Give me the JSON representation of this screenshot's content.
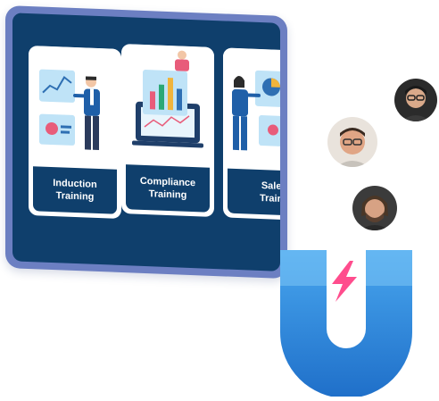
{
  "cards": [
    {
      "label": "Induction\nTraining",
      "illustration": "presenter-with-charts"
    },
    {
      "label": "Compliance\nTraining",
      "illustration": "monitor-with-bar-chart"
    },
    {
      "label": "Sale\nTrain",
      "illustration": "woman-with-pie-chart"
    }
  ],
  "magnet": {
    "icon": "lightning-bolt-icon",
    "colors": {
      "body": "#2e8de6",
      "bolt": "#ff4d8d"
    }
  },
  "avatars": [
    "user-avatar-1",
    "user-avatar-2",
    "user-avatar-3"
  ],
  "colors": {
    "frame": "#6c7fc2",
    "screen": "#0f3f6c",
    "card": "#ffffff",
    "illustration_light": "#bfe3f7"
  }
}
